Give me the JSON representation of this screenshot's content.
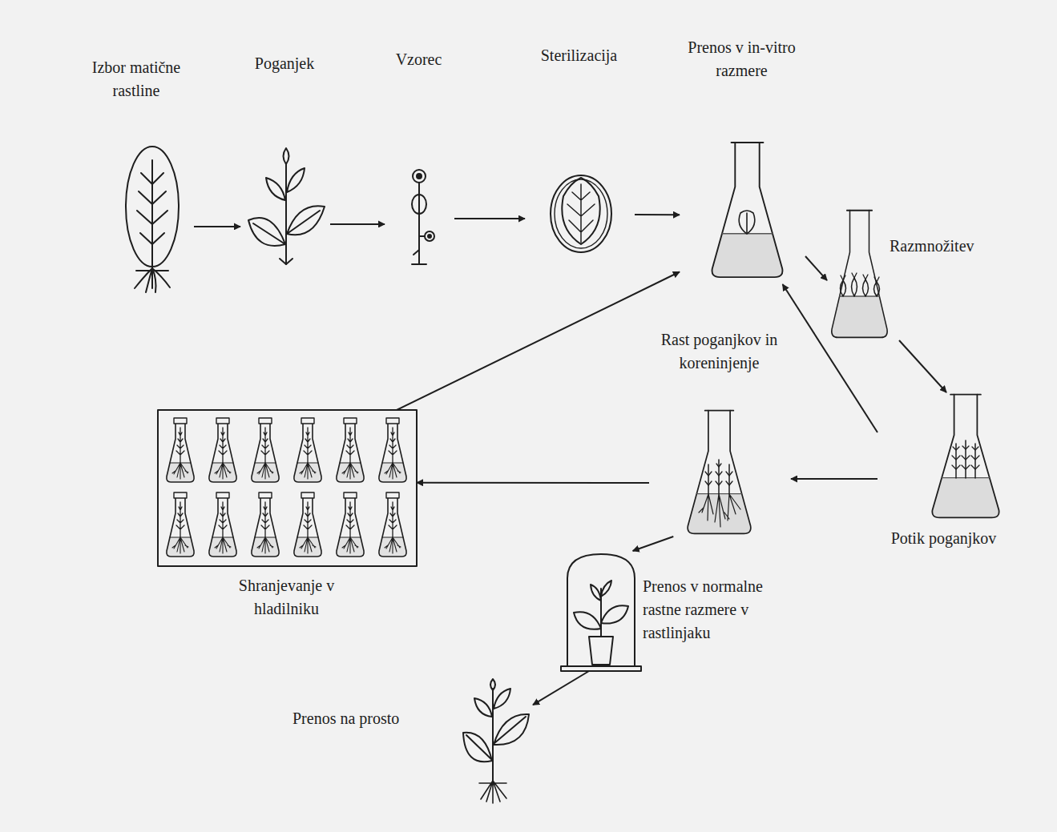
{
  "diagram": {
    "nodes": [
      {
        "text": [
          "Izbor matične rastline"
        ]
      },
      {
        "text": [
          "Poganjek"
        ]
      },
      {
        "text": [
          "Vzorec"
        ]
      },
      {
        "text": [
          "Sterilizacija"
        ]
      },
      {
        "text": [
          "Prenos v in-vitro razmere"
        ]
      },
      {
        "text": [
          "Razmnožitev"
        ]
      },
      {
        "text": [
          "Potik poganjkov"
        ]
      },
      {
        "text": [
          "Rast poganjkov in koreninjenje"
        ]
      },
      {
        "text": [
          "Shranjevanje v hladilniku"
        ]
      },
      {
        "text": [
          "Prenos v normalne rastne razmere v rastlinjaku"
        ]
      },
      {
        "text": [
          "Prenos na prosto"
        ]
      }
    ],
    "edges": [
      {
        "from": 0,
        "to": 1,
        "arrow": "to"
      },
      {
        "from": 1,
        "to": 2,
        "arrow": "to"
      },
      {
        "from": 2,
        "to": 3,
        "arrow": "to"
      },
      {
        "from": 3,
        "to": 4,
        "arrow": "to"
      },
      {
        "from": 4,
        "to": 5,
        "arrow": "to"
      },
      {
        "from": 5,
        "to": 6,
        "arrow": "to"
      },
      {
        "from": 6,
        "to": 4,
        "arrow": "to"
      },
      {
        "from": 6,
        "to": 7,
        "arrow": "to"
      },
      {
        "from": 7,
        "to": 8,
        "arrow": "to"
      },
      {
        "from": 8,
        "to": 4,
        "arrow": "to"
      },
      {
        "from": 7,
        "to": 9,
        "arrow": "to"
      },
      {
        "from": 9,
        "to": 10,
        "arrow": "to"
      }
    ]
  }
}
